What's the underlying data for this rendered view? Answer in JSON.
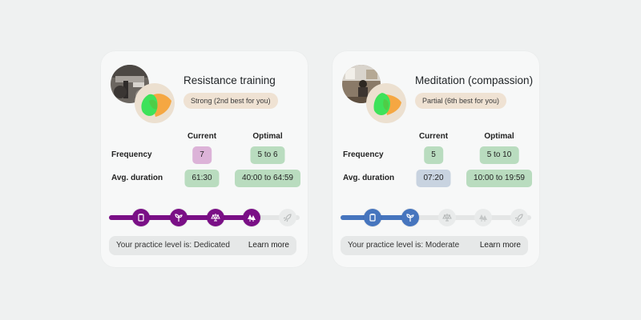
{
  "labels": {
    "current": "Current",
    "optimal": "Optimal",
    "frequency": "Frequency",
    "avg_duration": "Avg. duration",
    "learn_more": "Learn more"
  },
  "cards": [
    {
      "title": "Resistance training",
      "badge": "Strong (2nd best for you)",
      "frequency_current": "7",
      "frequency_optimal": "5 to 6",
      "duration_current": "61:30",
      "duration_optimal": "40:00 to 64:59",
      "level_text": "Your practice level is: Dedicated",
      "level_progress_steps": 4,
      "accent_color": "#7a0f86",
      "frequency_current_color": "#dcb3d8",
      "duration_current_color": "#b9dcbf",
      "optimal_color": "#b9dcbf",
      "thumbnail": "gym-equipment-photo"
    },
    {
      "title": "Meditation (compassion)",
      "badge": "Partial (6th best for you)",
      "frequency_current": "5",
      "frequency_optimal": "5 to 10",
      "duration_current": "07:20",
      "duration_optimal": "10:00 to 19:59",
      "level_text": "Your practice level is: Moderate",
      "level_progress_steps": 2,
      "accent_color": "#4675be",
      "frequency_current_color": "#b9dcbf",
      "duration_current_color": "#c8d3e0",
      "optimal_color": "#b9dcbf",
      "thumbnail": "meditation-room-photo"
    }
  ],
  "step_icons": [
    "clipboard-icon",
    "sprout-icon",
    "scale-icon",
    "tree-icon",
    "rocket-icon"
  ]
}
